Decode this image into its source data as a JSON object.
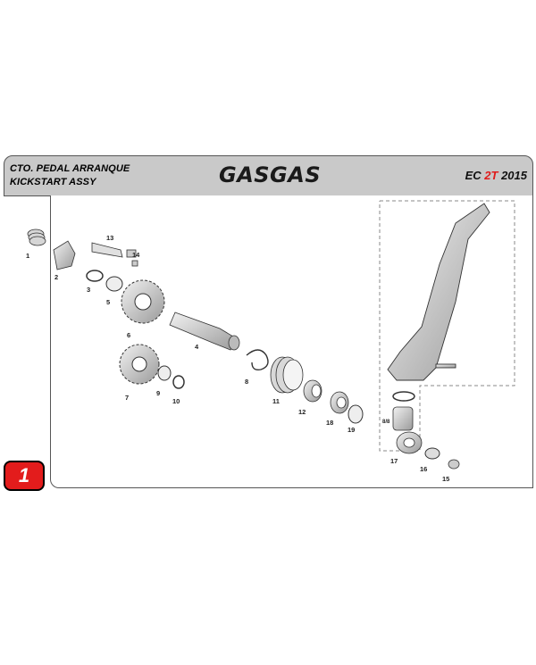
{
  "header": {
    "title_line1": "CTO. PEDAL ARRANQUE",
    "title_line2": "KICKSTART ASSY",
    "brand": "GASGAS",
    "model_prefix": "EC ",
    "model_highlight": "2T",
    "model_year": " 2015"
  },
  "page_number": "1",
  "colors": {
    "accent": "#e31c1c",
    "header_bg": "#c9c9c9"
  },
  "callouts": [
    "1",
    "2",
    "3",
    "4",
    "5",
    "6",
    "7",
    "8",
    "9",
    "10",
    "11",
    "12",
    "13",
    "14",
    "15",
    "16",
    "17",
    "18",
    "19"
  ],
  "annotation": "8/8"
}
